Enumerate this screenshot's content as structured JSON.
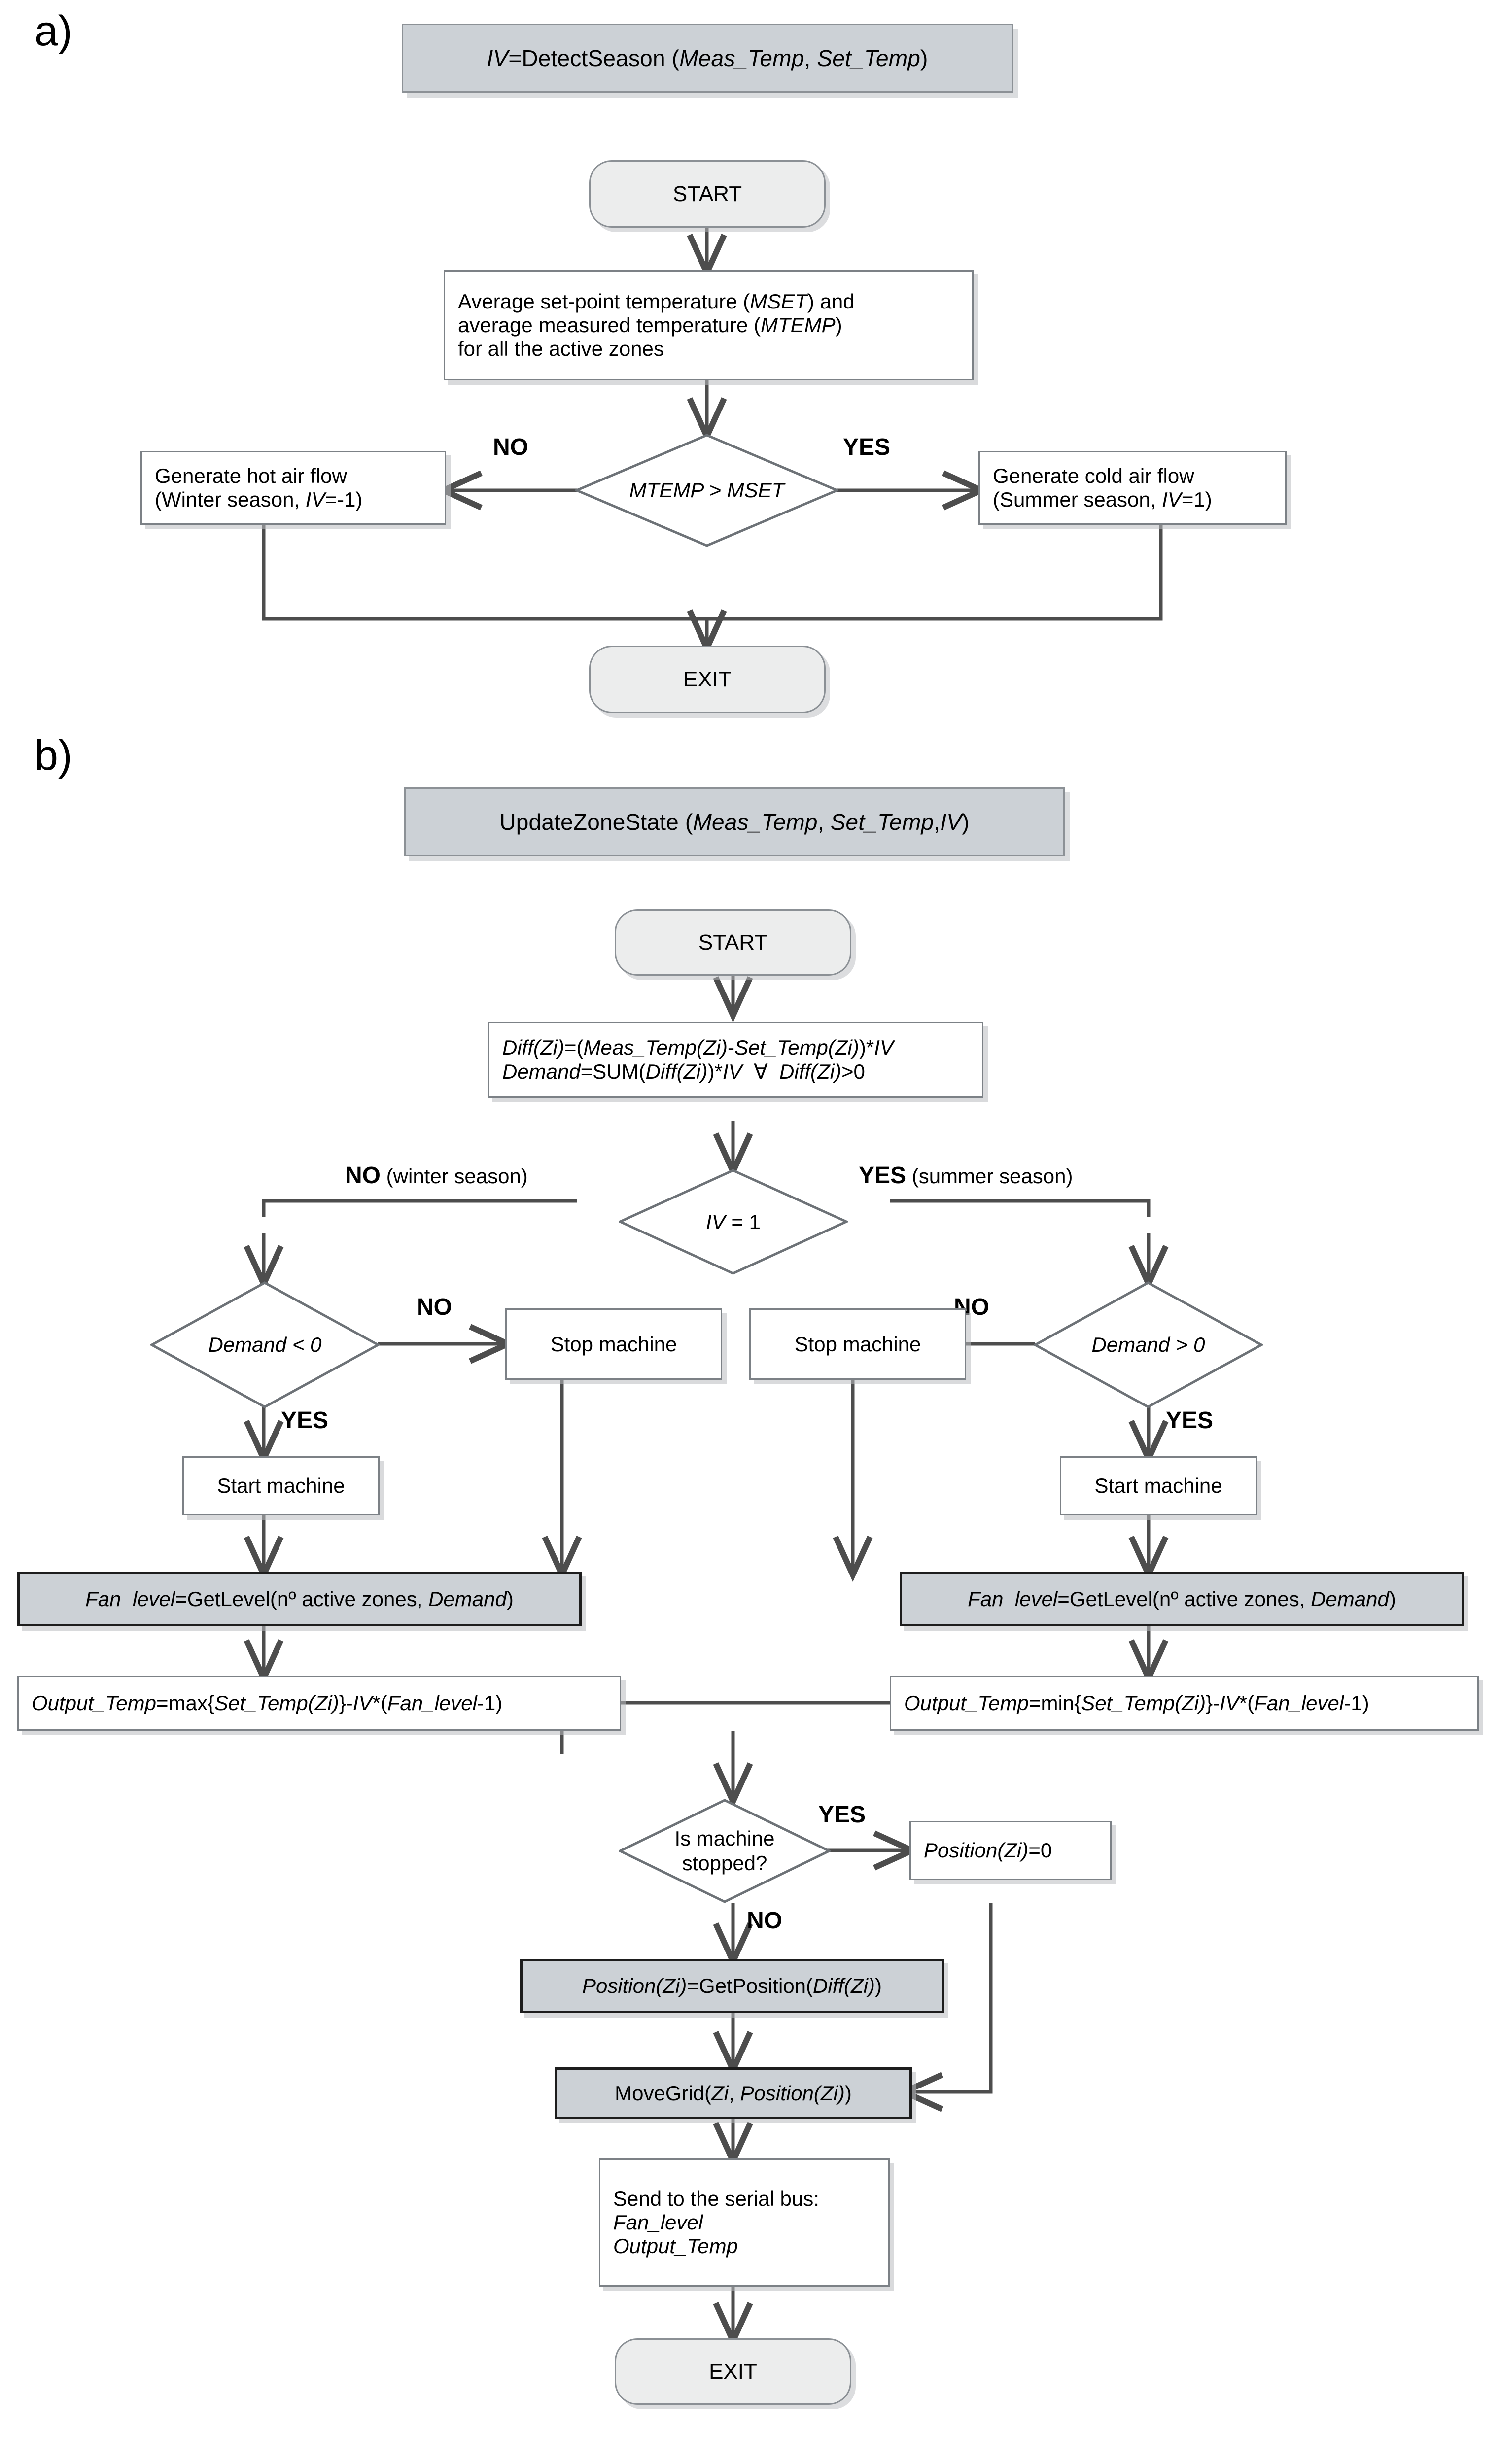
{
  "figure": {
    "panel_a_label": "a)",
    "panel_b_label": "b)"
  },
  "panel_a": {
    "header": "IV=DetectSeason (Meas_Temp, Set_Temp)",
    "start": "START",
    "exit": "EXIT",
    "process_avg_line1": "Average set-point temperature (MSET) and",
    "process_avg_line2": "average measured temperature (MTEMP)",
    "process_avg_line3": "for all the active zones",
    "decision": "MTEMP > MSET",
    "label_no": "NO",
    "label_yes": "YES",
    "hot_line1": "Generate hot air flow",
    "hot_line2": "(Winter season, IV=-1)",
    "cold_line1": "Generate cold air flow",
    "cold_line2": "(Summer season, IV=1)"
  },
  "panel_b": {
    "header": "UpdateZoneState (Meas_Temp, Set_Temp,IV)",
    "start": "START",
    "exit": "EXIT",
    "diff_line1": "Diff(Zi)=(Meas_Temp(Zi)-Set_Temp(Zi))*IV",
    "diff_line2": "Demand=SUM(Diff(Zi))*IV  ∀  Diff(Zi)>0",
    "decision_iv": "IV = 1",
    "label_no_winter_bold": "NO",
    "label_no_winter_rest": " (winter season)",
    "label_yes_summer_bold": "YES",
    "label_yes_summer_rest": " (summer season)",
    "decision_demand_lt": "Demand < 0",
    "decision_demand_gt": "Demand > 0",
    "label_no": "NO",
    "label_yes": "YES",
    "stop_machine": "Stop machine",
    "start_machine": "Start machine",
    "fan_level": "Fan_level=GetLevel(nº active zones, Demand)",
    "output_temp_max": "Output_Temp=max{Set_Temp(Zi)}-IV*(Fan_level-1)",
    "output_temp_min": "Output_Temp=min{Set_Temp(Zi)}-IV*(Fan_level-1)",
    "decision_stopped_line1": "Is machine",
    "decision_stopped_line2": "stopped?",
    "position_zero": "Position(Zi)=0",
    "position_get": "Position(Zi)=GetPosition(Diff(Zi))",
    "move_grid": "MoveGrid(Zi, Position(Zi))",
    "serial_line1": "Send to the serial bus:",
    "serial_line2": "Fan_level",
    "serial_line3": "Output_Temp"
  },
  "colors": {
    "header_fill": "#ccd1d6",
    "header_border": "#8c9196",
    "terminator_fill": "#eceded",
    "process_fill": "#ffffff",
    "emphasis_fill": "#ccd1d6",
    "emphasis_border": "#1d1d1d",
    "line": "#4d4d4d",
    "text": "#000000"
  }
}
